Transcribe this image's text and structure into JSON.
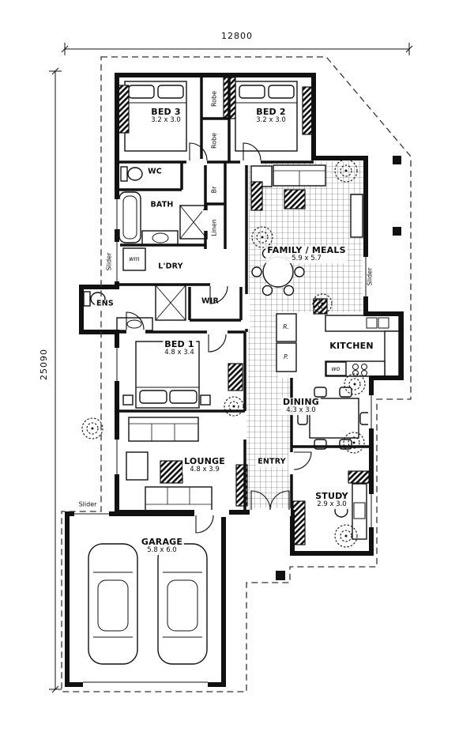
{
  "dimensions": {
    "width": "12800",
    "height": "25090"
  },
  "rooms": {
    "bed3": {
      "name": "BED 3",
      "size": "3.2 x 3.0"
    },
    "bed2": {
      "name": "BED 2",
      "size": "3.2 x 3.0"
    },
    "wc": {
      "name": "WC"
    },
    "bath": {
      "name": "BATH"
    },
    "ldry": {
      "name": "L'DRY"
    },
    "ens": {
      "name": "ENS"
    },
    "wir": {
      "name": "WIR"
    },
    "bed1": {
      "name": "BED 1",
      "size": "4.8 x 3.4"
    },
    "family": {
      "name": "FAMILY / MEALS",
      "size": "5.9 x 5.7"
    },
    "kitchen": {
      "name": "KITCHEN"
    },
    "dining": {
      "name": "DINING",
      "size": "4.3 x 3.0"
    },
    "lounge": {
      "name": "LOUNGE",
      "size": "4.8 x 3.9"
    },
    "entry": {
      "name": "ENTRY"
    },
    "study": {
      "name": "STUDY",
      "size": "2.9 x 3.0"
    },
    "garage": {
      "name": "GARAGE",
      "size": "5.8 x 6.0"
    }
  },
  "fixtures": {
    "robe_top": "Robe",
    "robe_bottom": "Robe",
    "broom": "Br",
    "linen": "Linen",
    "washing_machine": "wm",
    "fridge": "R.",
    "pantry": "P.",
    "wall_oven": "wo"
  },
  "annotations": {
    "slider_left": "Slider",
    "slider_right": "Slider",
    "slider_garage": "Slider"
  },
  "colors": {
    "ink": "#111111",
    "paper": "#ffffff"
  }
}
